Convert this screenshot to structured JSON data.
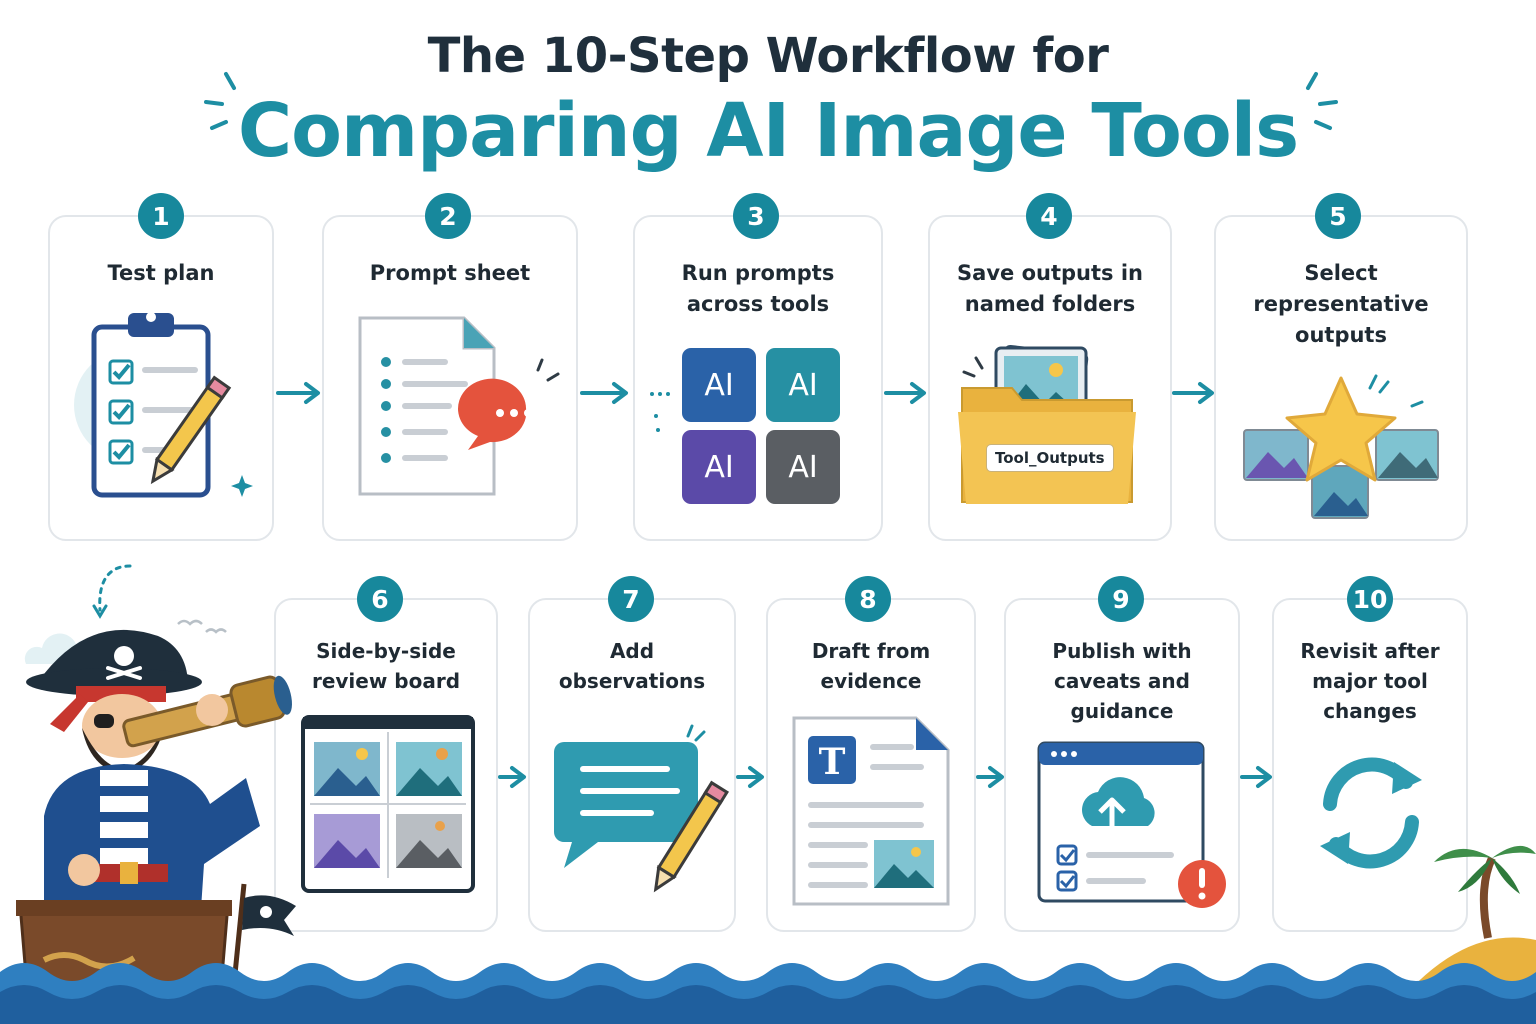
{
  "title": {
    "line1": "The 10-Step Workflow for",
    "line2": "Comparing AI Image Tools"
  },
  "steps": [
    {
      "number": "1",
      "label": "Test plan",
      "icon": "clipboard-checklist-icon"
    },
    {
      "number": "2",
      "label": "Prompt sheet",
      "icon": "document-speech-icon"
    },
    {
      "number": "3",
      "label": "Run prompts\nacross tools",
      "icon": "ai-tools-grid-icon"
    },
    {
      "number": "4",
      "label": "Save outputs in\nnamed folders",
      "icon": "folder-images-icon"
    },
    {
      "number": "5",
      "label": "Select\nrepresentative\noutputs",
      "icon": "star-images-icon"
    },
    {
      "number": "6",
      "label": "Side-by-side\nreview board",
      "icon": "review-board-icon"
    },
    {
      "number": "7",
      "label": "Add\nobservations",
      "icon": "chat-pencil-icon"
    },
    {
      "number": "8",
      "label": "Draft from\nevidence",
      "icon": "text-document-icon"
    },
    {
      "number": "9",
      "label": "Publish with\ncaveats and\nguidance",
      "icon": "upload-warning-icon"
    },
    {
      "number": "10",
      "label": "Revisit after\nmajor tool\nchanges",
      "icon": "refresh-icon"
    }
  ],
  "ai_tiles": [
    {
      "text": "AI",
      "color": "#2a62a8"
    },
    {
      "text": "AI",
      "color": "#2690a3"
    },
    {
      "text": "AI",
      "color": "#5b4aa8"
    },
    {
      "text": "AI",
      "color": "#5a5e63"
    }
  ],
  "folder_label": "Tool_Outputs",
  "colors": {
    "accent": "#1d8ea3",
    "title_dark": "#1f2f3c",
    "badge": "#17889c",
    "card_border": "#e2e6ea",
    "star": "#f6c64a",
    "folder": "#f1c14f",
    "alert": "#e4533d",
    "sea": "#1f5f9e"
  }
}
